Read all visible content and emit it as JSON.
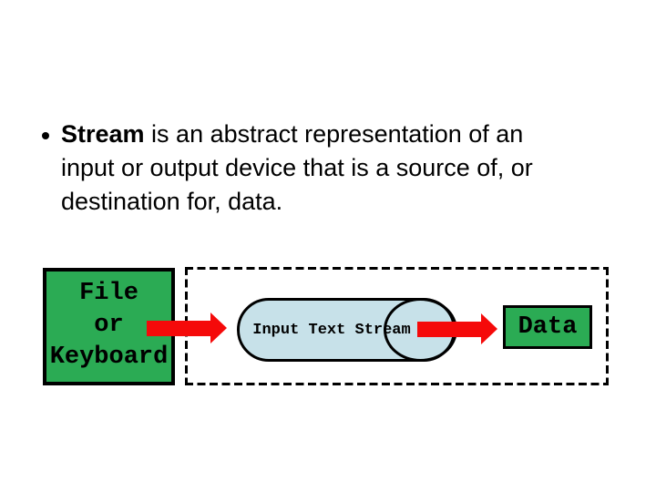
{
  "slide": {
    "background_color": "#ffffff",
    "bullet": {
      "marker": "•",
      "bold_text": "Stream",
      "line1_rest": " is an abstract representation of an",
      "line2": "input or output device that is a source of, or",
      "line3": "destination for, data."
    },
    "diagram": {
      "source_box": {
        "lines": [
          "File",
          "or",
          "Keyboard"
        ]
      },
      "pipe_label": "Input Text Stream",
      "data_box_label": "Data",
      "colors": {
        "box_green": "#2BAB54",
        "pipe_blue": "#C7E1E9",
        "arrow_red": "#F50A0A",
        "outline_black": "#000000"
      }
    }
  }
}
